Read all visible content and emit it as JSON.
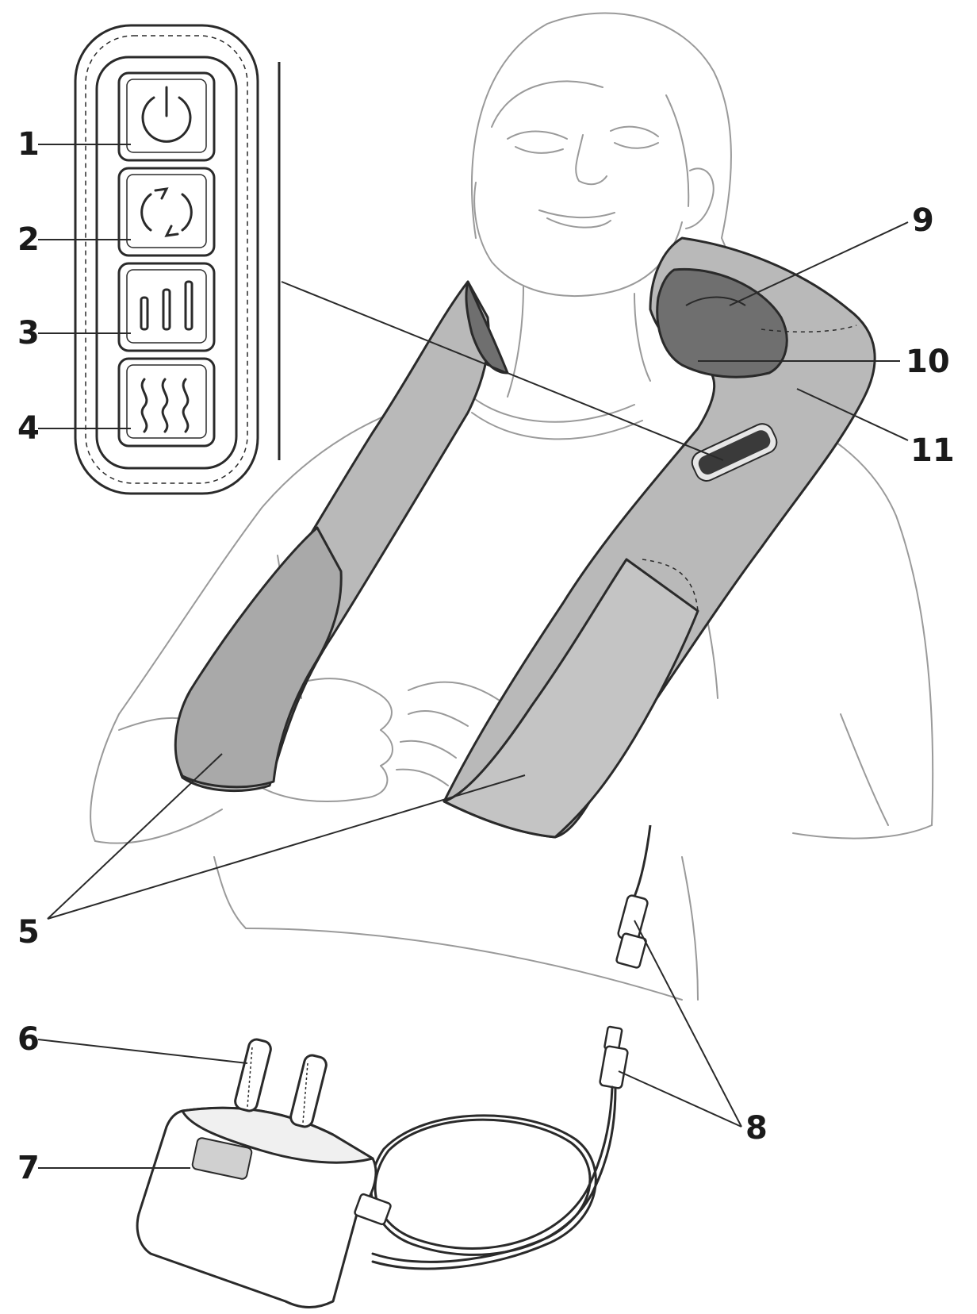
{
  "callouts": {
    "c1": "1",
    "c2": "2",
    "c3": "3",
    "c4": "4",
    "c5": "5",
    "c6": "6",
    "c7": "7",
    "c8": "8",
    "c9": "9",
    "c10": "10",
    "c11": "11"
  },
  "colors": {
    "line": "#2a2a2a",
    "sketch": "#9a9a9a",
    "fabric": "#b9b9b9",
    "fabric_dark": "#6f6f6f",
    "panel_bg": "#ffffff"
  }
}
